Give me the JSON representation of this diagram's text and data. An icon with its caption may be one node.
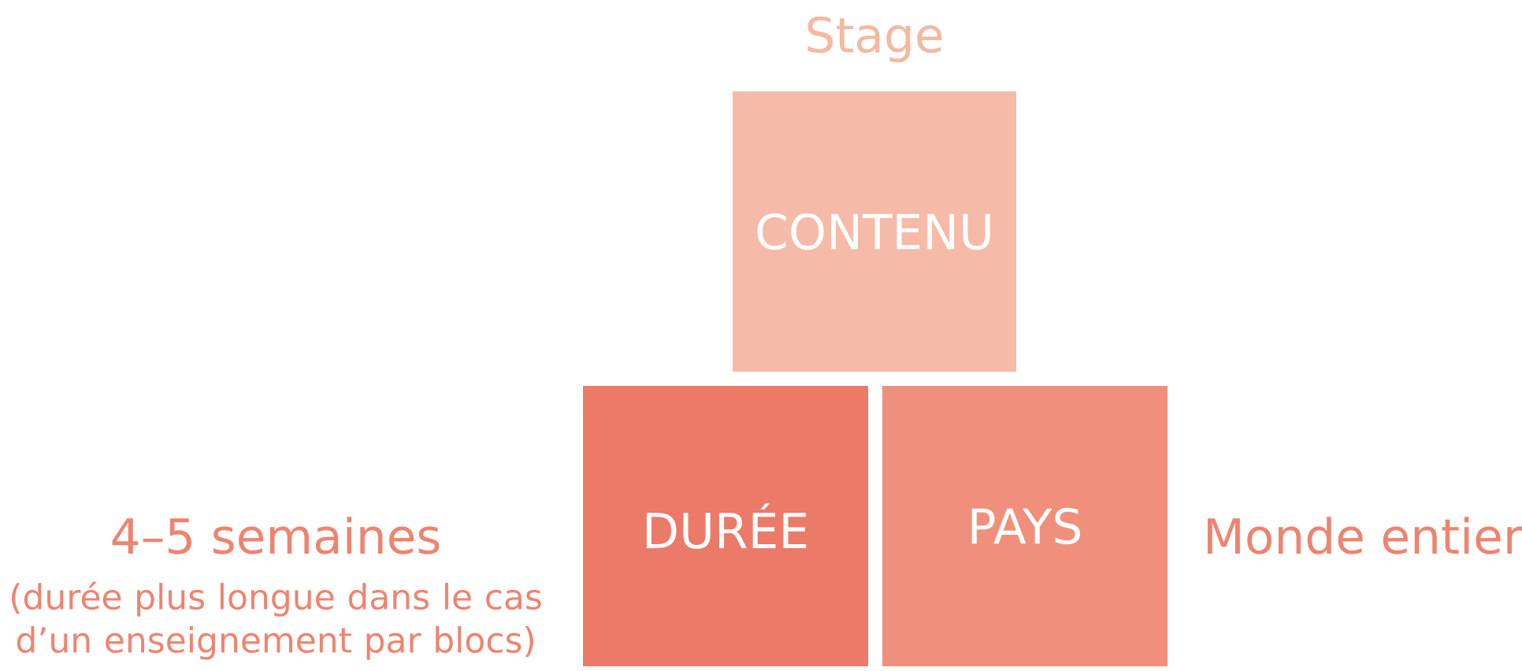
{
  "diagram": {
    "nodes": [
      {
        "text": [
          "Stage",
          "CONTENU"
        ]
      },
      {
        "text": [
          "DURÉE"
        ],
        "beside": [
          "4–5 semaines",
          "(durée plus longue dans le cas d’un enseignement par blocs)"
        ]
      },
      {
        "text": [
          "PAYS"
        ],
        "beside": [
          "Monde entier"
        ]
      }
    ]
  }
}
